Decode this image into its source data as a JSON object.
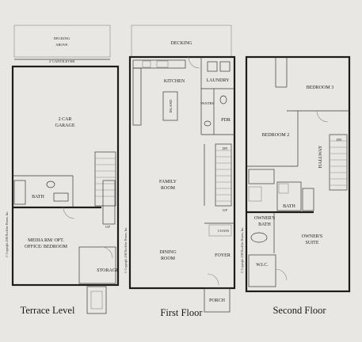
{
  "terrace": {
    "caption": "Terrace Level",
    "decking_above_1": "DECKING",
    "decking_above_2": "ABOVE",
    "cantilever": "2' CANTILEVER",
    "garage_1": "2 CAR",
    "garage_2": "GARAGE",
    "bath": "BATH",
    "up": "UP",
    "media_1": "MEDIA RM/ OPT.",
    "media_2": "OFFICE/ BEDROOM",
    "storage": "STORAGE"
  },
  "first": {
    "caption": "First Floor",
    "decking": "DECKING",
    "kitchen": "KITCHEN",
    "laundry": "LAUNDRY",
    "island": "ISLAND",
    "pantry": "PANTRY",
    "pdr": "PDR",
    "dn": "DN",
    "up": "UP",
    "family_1": "FAMILY",
    "family_2": "ROOM",
    "dining_1": "DINING",
    "dining_2": "ROOM",
    "coats": "COATS",
    "foyer": "FOYER",
    "porch": "PORCH"
  },
  "second": {
    "caption": "Second Floor",
    "bedroom3": "BEDROOM 3",
    "bedroom2": "BEDROOM 2",
    "hallway": "HALLWAY",
    "dn": "DN",
    "bath": "BATH",
    "owners_bath_1": "OWNER'S",
    "owners_bath_2": "BATH",
    "owners_suite_1": "OWNER'S",
    "owners_suite_2": "SUITE",
    "wic": "W.I.C."
  },
  "copyright": "© Copyright 2018 Rockfire Homes, Inc."
}
